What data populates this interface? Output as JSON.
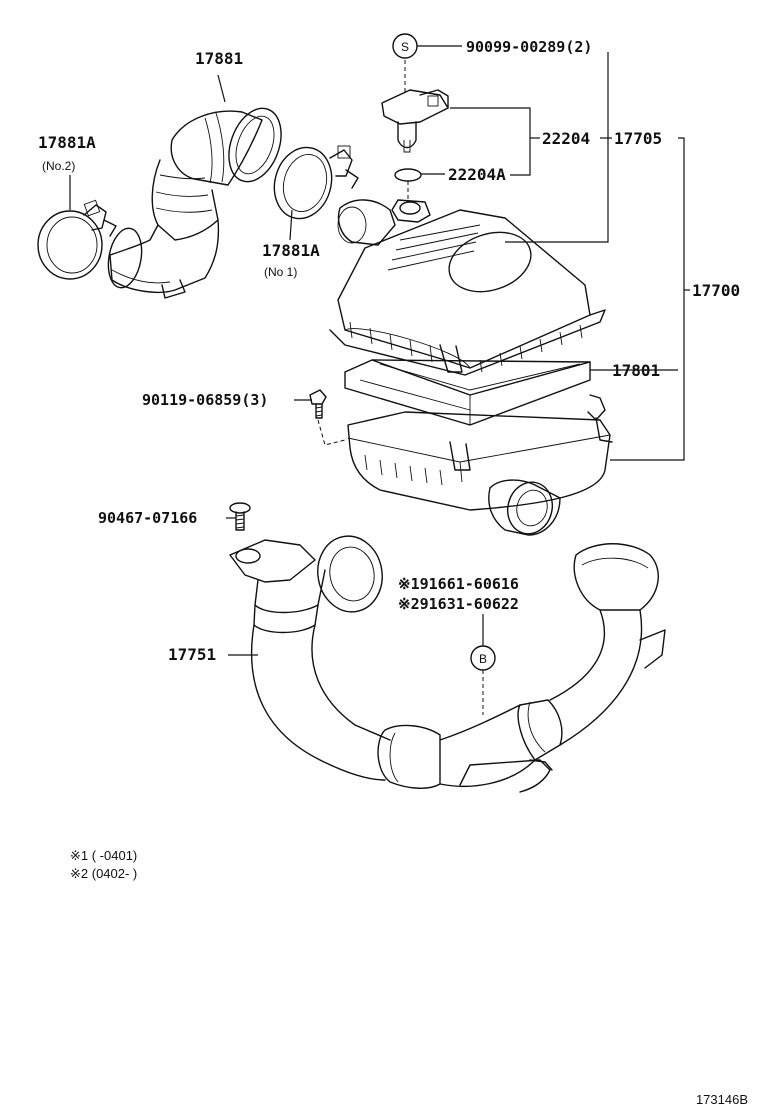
{
  "labels": {
    "p17881": "17881",
    "p17881A_2": "17881A",
    "p17881A_2_sub": "(No.2)",
    "p17881A_1": "17881A",
    "p17881A_1_sub": "(No 1)",
    "p90099": "90099-00289(2)",
    "p22204": "22204",
    "p22204A": "22204A",
    "p17705": "17705",
    "p17700": "17700",
    "p17801": "17801",
    "p90119": "90119-06859(3)",
    "p90467": "90467-07166",
    "p191661": "※191661-60616",
    "p291631": "※291631-60622",
    "p17751": "17751",
    "callout_s": "S",
    "callout_b": "B",
    "note1": "※1 (    -0401)",
    "note2": "※2 (0402-    )",
    "diagram_id": "173146B"
  },
  "colors": {
    "line": "#111111",
    "background": "#ffffff"
  }
}
